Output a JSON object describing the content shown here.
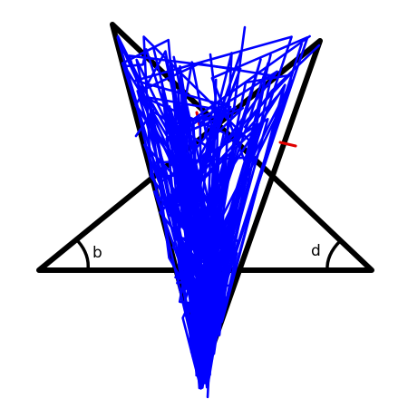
{
  "figure": {
    "shape": "pentagram",
    "angle_labels": {
      "left": "b",
      "right": "d"
    }
  },
  "colors": {
    "background": "#ffffff",
    "outline": "#000000",
    "scribble": "#0000ff",
    "marks": "#e00000"
  }
}
